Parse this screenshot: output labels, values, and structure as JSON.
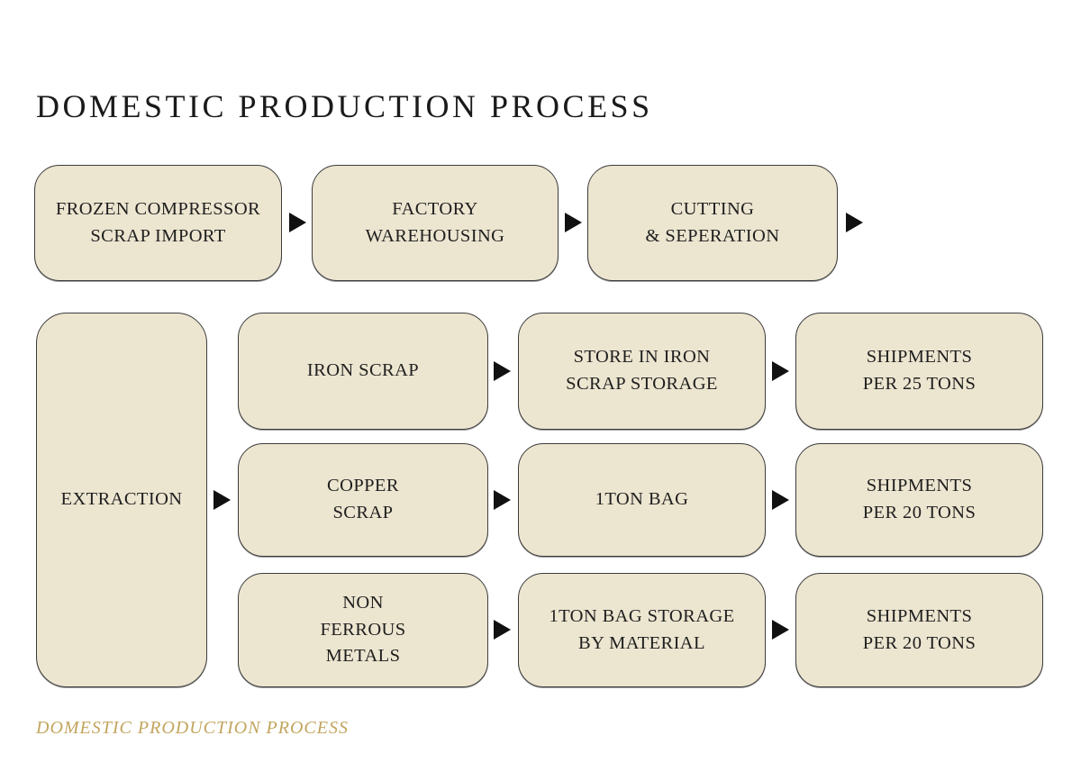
{
  "title": "DOMESTIC PRODUCTION PROCESS",
  "footer": {
    "caption": "DOMESTIC PRODUCTION PROCESS"
  },
  "colors": {
    "background": "#ffffff",
    "box_fill": "#ece5d0",
    "box_border": "#3c3c3c",
    "box_text": "#1e1e1e",
    "arrow": "#111111",
    "title_text": "#1a1a1a",
    "footer_accent": "#c2a55e"
  },
  "flow": {
    "top_row": [
      {
        "label": "FROZEN COMPRESSOR\nSCRAP IMPORT"
      },
      {
        "label": "FACTORY\nWAREHOUSING"
      },
      {
        "label": "CUTTING\n& SEPERATION"
      }
    ],
    "extraction": {
      "label": "EXTRACTION"
    },
    "branches": [
      {
        "material": "IRON SCRAP",
        "storage": "STORE IN IRON\nSCRAP STORAGE",
        "shipment": "SHIPMENTS\nPER 25 TONS"
      },
      {
        "material": "COPPER\nSCRAP",
        "storage": "1TON BAG",
        "shipment": "SHIPMENTS\nPER 20 TONS"
      },
      {
        "material": "NON\nFERROUS\nMETALS",
        "storage": "1TON BAG STORAGE\nBY MATERIAL",
        "shipment": "SHIPMENTS\nPER 20 TONS"
      }
    ]
  }
}
